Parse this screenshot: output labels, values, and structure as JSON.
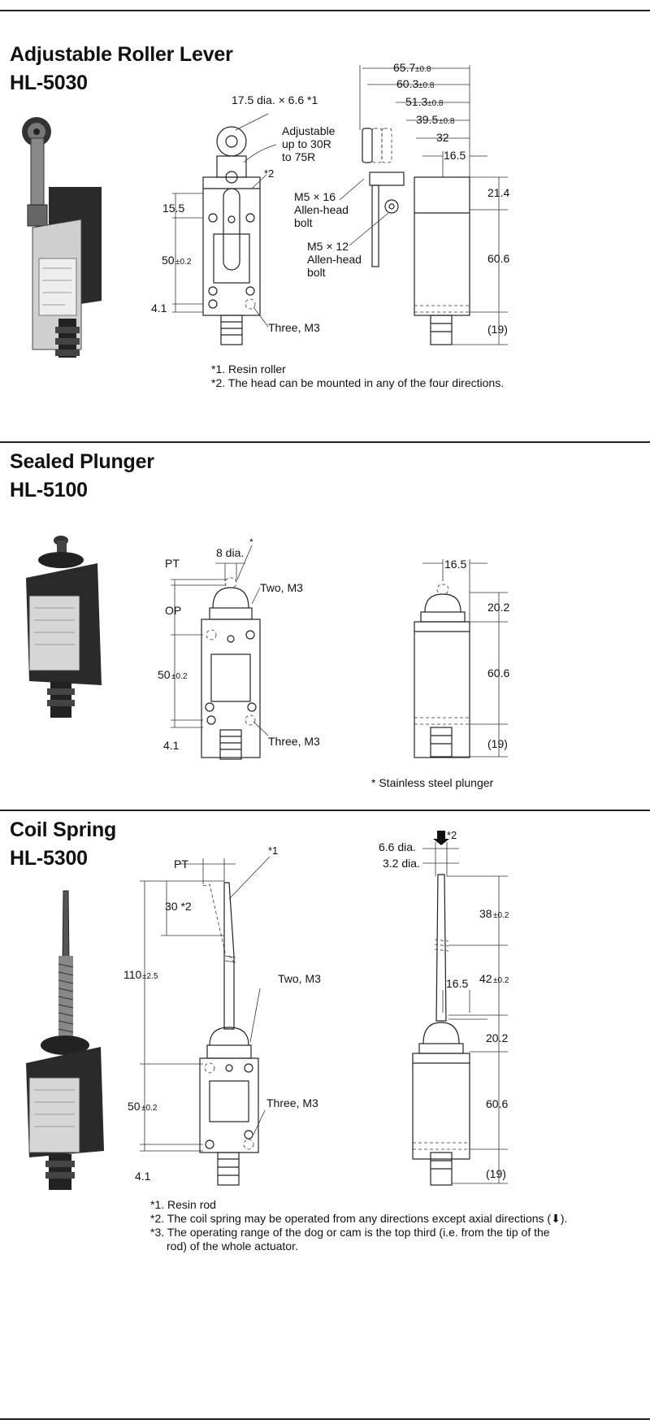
{
  "sections": [
    {
      "name": "Adjustable Roller Lever",
      "model": "HL-5030",
      "labels": {
        "roller": "17.5 dia. × 6.6 *1",
        "adj1": "Adjustable",
        "adj2": "up to 30R",
        "adj3": "to 75R",
        "star2": "*2",
        "d155": "15.5",
        "d50": "50",
        "tol02": "±0.2",
        "d41": "4.1",
        "three_m3": "Three, M3",
        "bolt16_1": "M5 × 16",
        "bolt16_2": "Allen-head",
        "bolt16_3": "bolt",
        "bolt12_1": "M5 × 12",
        "bolt12_2": "Allen-head",
        "bolt12_3": "bolt",
        "d657": "65.7",
        "d603": "60.3",
        "d513": "51.3",
        "d395": "39.5",
        "tol08": "±0.8",
        "d32": "32",
        "d165": "16.5",
        "d214": "21.4",
        "d606": "60.6",
        "d19": "(19)"
      },
      "notes": [
        "*1. Resin roller",
        "*2. The head can be mounted in any of the four directions."
      ]
    },
    {
      "name": "Sealed Plunger",
      "model": "HL-5100",
      "labels": {
        "pt": "PT",
        "op": "OP",
        "d8": "8 dia.",
        "star": "*",
        "two_m3": "Two, M3",
        "d50": "50",
        "tol02": "±0.2",
        "d41": "4.1",
        "three_m3": "Three, M3",
        "d165": "16.5",
        "d202": "20.2",
        "d606": "60.6",
        "d19": "(19)"
      },
      "notes": [
        "* Stainless steel plunger"
      ]
    },
    {
      "name": "Coil Spring",
      "model": "HL-5300",
      "labels": {
        "pt": "PT",
        "star1": "*1",
        "d30": "30 *2",
        "d110": "110",
        "tol25": "±2.5",
        "two_m3": "Two, M3",
        "three_m3": "Three, M3",
        "d50": "50",
        "tol02": "±0.2",
        "d41": "4.1",
        "d66": "6.6 dia.",
        "d32": "3.2 dia.",
        "arrow_star2": "*2",
        "d38": "38",
        "d42": "42",
        "d165": "16.5",
        "d202": "20.2",
        "d606": "60.6",
        "d19": "(19)"
      },
      "notes": [
        "*1. Resin rod",
        "*2. The coil spring may be operated from any directions except axial directions (⬇).",
        "*3. The operating range of the dog or cam is the top third (i.e. from the tip of the",
        "rod) of the whole actuator."
      ]
    }
  ]
}
